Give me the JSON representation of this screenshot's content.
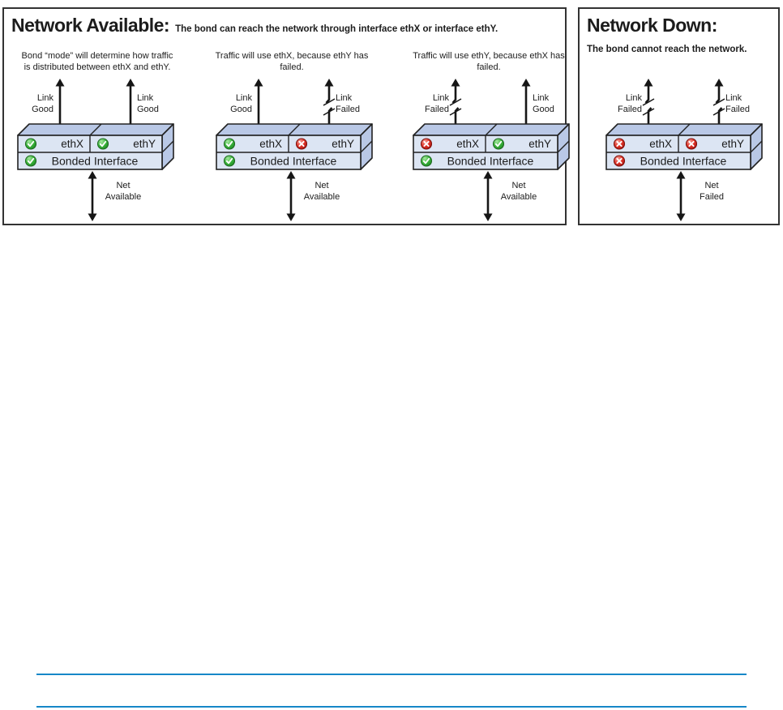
{
  "panels": {
    "available": {
      "title": "Network Available:",
      "subtitle": "The bond can reach the network through interface ethX or interface ethY."
    },
    "down": {
      "title": "Network Down:",
      "subtitle": "The bond cannot reach the network."
    }
  },
  "scenarios": [
    {
      "description_line1": "Bond “mode” will determine how traffic",
      "description_line2": "is distributed between ethX and ethY.",
      "left_link": {
        "label_line1": "Link",
        "label_line2": "Good",
        "status": "good"
      },
      "right_link": {
        "label_line1": "Link",
        "label_line2": "Good",
        "status": "good"
      },
      "ethX": {
        "label": "ethX",
        "status": "good"
      },
      "ethY": {
        "label": "ethY",
        "status": "good"
      },
      "bond": {
        "label": "Bonded Interface",
        "status": "good"
      },
      "net": {
        "label_line1": "Net",
        "label_line2": "Available",
        "status": "available"
      }
    },
    {
      "description_line1": "Traffic will use ethX, because ethY has",
      "description_line2": "failed.",
      "left_link": {
        "label_line1": "Link",
        "label_line2": "Good",
        "status": "good"
      },
      "right_link": {
        "label_line1": "Link",
        "label_line2": "Failed",
        "status": "failed"
      },
      "ethX": {
        "label": "ethX",
        "status": "good"
      },
      "ethY": {
        "label": "ethY",
        "status": "failed"
      },
      "bond": {
        "label": "Bonded Interface",
        "status": "good"
      },
      "net": {
        "label_line1": "Net",
        "label_line2": "Available",
        "status": "available"
      }
    },
    {
      "description_line1": "Traffic will use ethY, because ethX has",
      "description_line2": "failed.",
      "left_link": {
        "label_line1": "Link",
        "label_line2": "Failed",
        "status": "failed"
      },
      "right_link": {
        "label_line1": "Link",
        "label_line2": "Good",
        "status": "good"
      },
      "ethX": {
        "label": "ethX",
        "status": "failed"
      },
      "ethY": {
        "label": "ethY",
        "status": "good"
      },
      "bond": {
        "label": "Bonded Interface",
        "status": "good"
      },
      "net": {
        "label_line1": "Net",
        "label_line2": "Available",
        "status": "available"
      }
    },
    {
      "description_line1": "",
      "description_line2": "",
      "left_link": {
        "label_line1": "Link",
        "label_line2": "Failed",
        "status": "failed"
      },
      "right_link": {
        "label_line1": "Link",
        "label_line2": "Failed",
        "status": "failed"
      },
      "ethX": {
        "label": "ethX",
        "status": "failed"
      },
      "ethY": {
        "label": "ethY",
        "status": "failed"
      },
      "bond": {
        "label": "Bonded Interface",
        "status": "failed"
      },
      "net": {
        "label_line1": "Net",
        "label_line2": "Failed",
        "status": "failed"
      }
    }
  ],
  "icons": {
    "good": "check-circle-icon",
    "failed": "cross-circle-icon"
  },
  "colors": {
    "front": "#dce5f3",
    "face": "#b9c8e6",
    "line": "#222222",
    "good": "#2fae36",
    "bad": "#dd2c20",
    "rule": "#1687c8"
  }
}
